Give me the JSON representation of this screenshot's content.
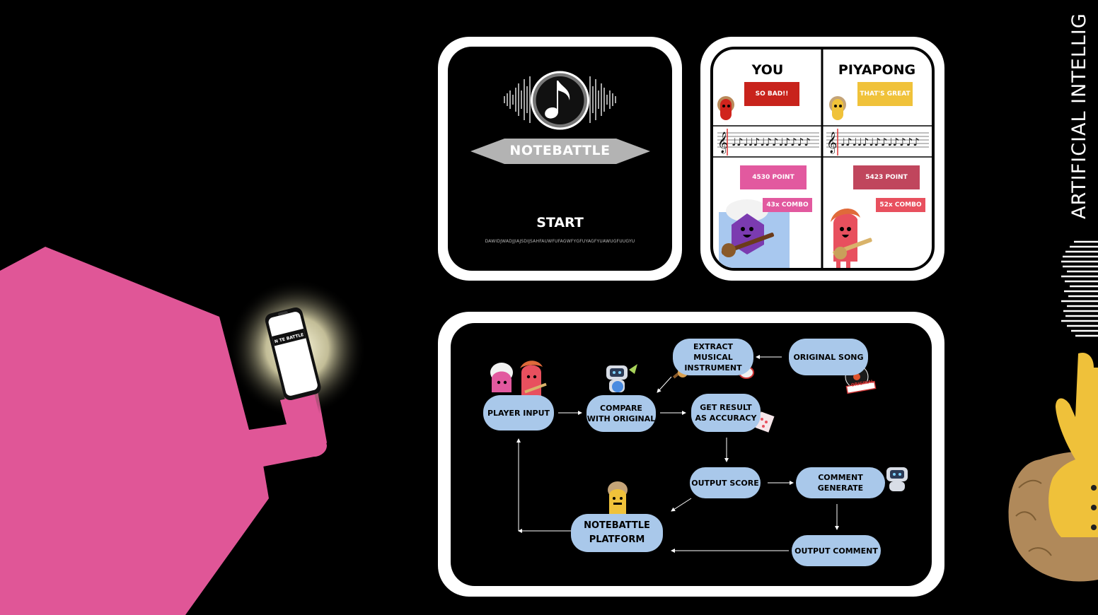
{
  "phone_screen_text": "N TE BATTLE",
  "side_title": "ARTIFICIAL INTELLIG",
  "title_screen": {
    "game_title": "NOTEBATTLE",
    "start_label": "START",
    "footer_text": "DAWIDJWADJJIAJSDIJSAHFAUWFUFAGWFYGFUYAGFYUAWUGFUUGYU"
  },
  "battle": {
    "left_player": "YOU",
    "right_player": "PIYAPONG",
    "left_comment": "SO BAD!!",
    "right_comment": "THAT'S GREAT",
    "left_points": "4530 POINT",
    "right_points": "5423 POINT",
    "left_combo": "43x COMBO",
    "right_combo": "52x COMBO",
    "colors": {
      "bad": "#c8231c",
      "great": "#f0c23a",
      "left_score": "#e2599f",
      "right_score": "#c0465d",
      "combo": "#e8505e"
    }
  },
  "flow": {
    "player_input": "PLAYER INPUT",
    "compare": "COMPARE\nWITH ORIGINAL",
    "extract": "EXTRACT MUSICAL\nINSTRUMENT",
    "original_song": "ORIGINAL SONG",
    "original_badge": "ORIGINAL",
    "get_result": "GET RESULT\nAS ACCURACY",
    "output_score": "OUTPUT SCORE",
    "comment_generate": "COMMENT GENERATE",
    "platform": "NOTEBATTLE\nPLATFORM",
    "output_comment": "OUTPUT COMMENT"
  }
}
